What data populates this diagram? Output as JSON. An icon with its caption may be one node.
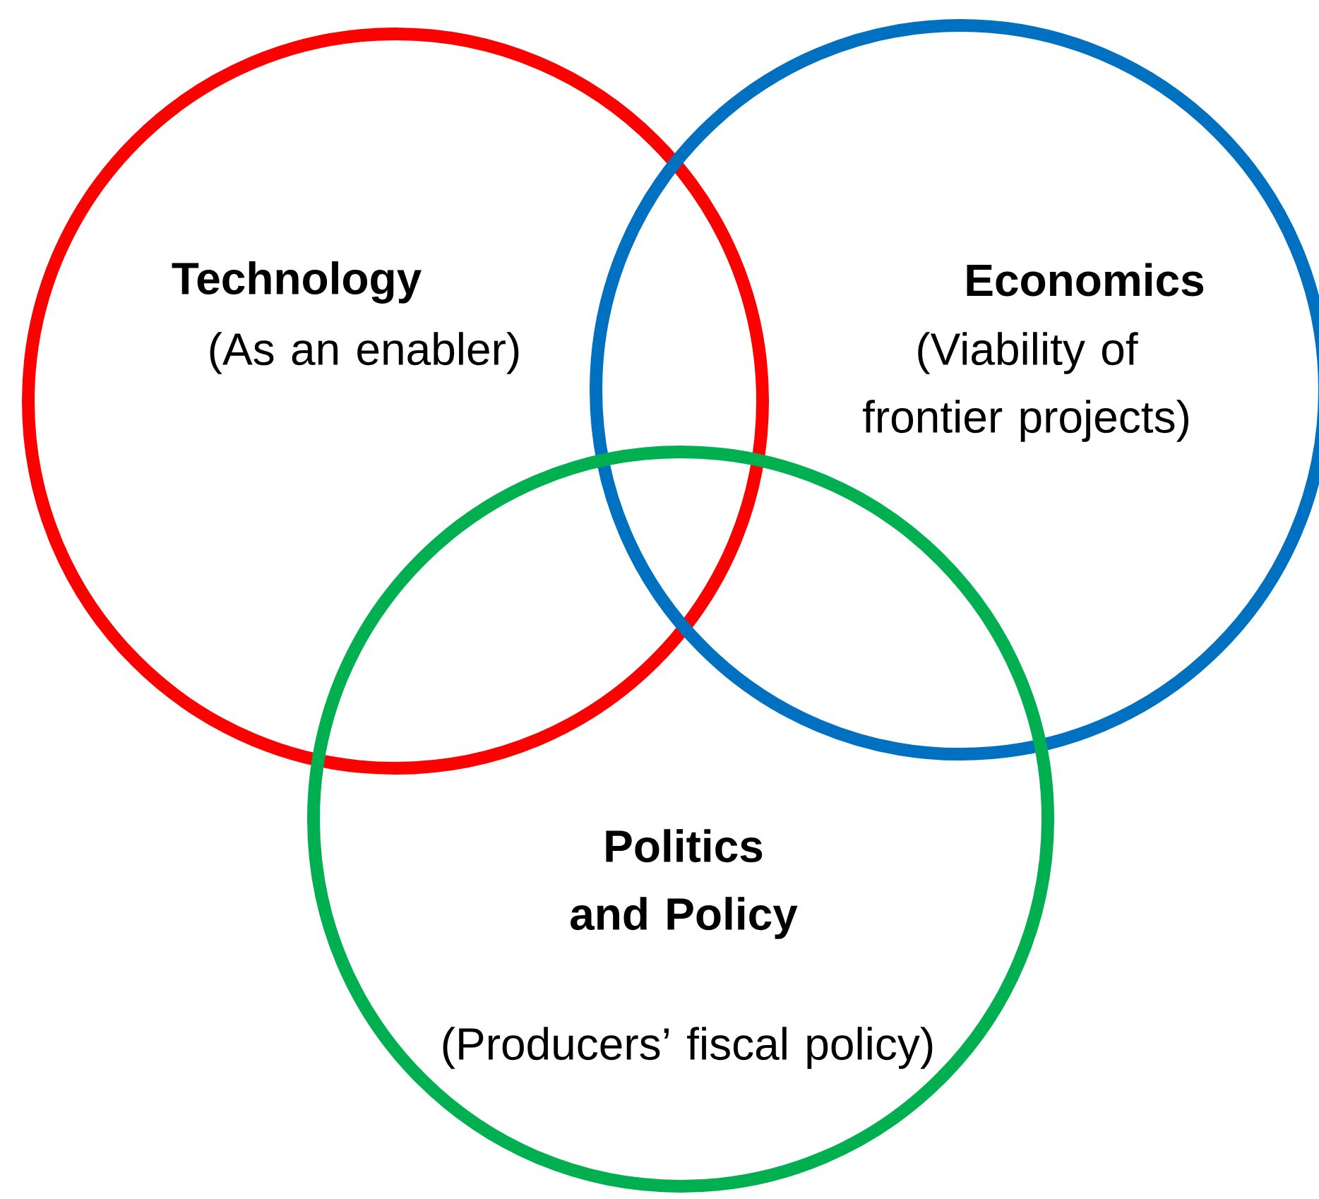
{
  "diagram": {
    "nodes": [
      {
        "text": [
          "Technology",
          "(As an enabler)"
        ]
      },
      {
        "text": [
          "Economics",
          "(Viability of frontier projects)"
        ]
      },
      {
        "text": [
          "Politics and Policy",
          "(Producers’ fiscal policy)"
        ]
      }
    ]
  }
}
